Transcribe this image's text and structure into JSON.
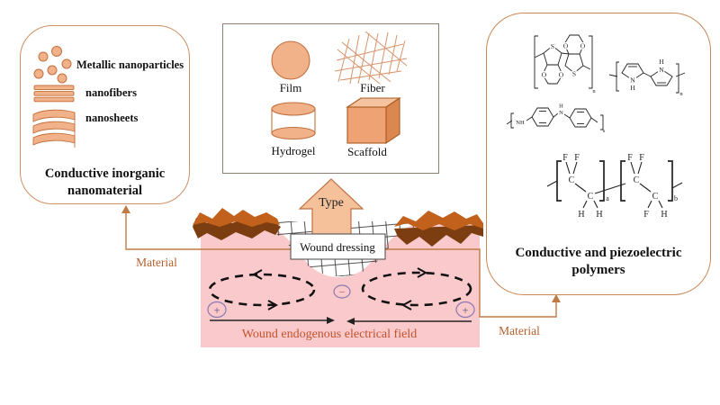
{
  "colors": {
    "accent": "#C87137",
    "shape_fill": "#F1B189",
    "arrow_fill": "#F4C19B",
    "pink": "#F9C9CC",
    "scab_light": "#C2611C",
    "scab_dark": "#7C3D10",
    "field_text": "#C2532B",
    "material_text": "#B5622E"
  },
  "left_panel": {
    "items": [
      {
        "label": "Metallic nanoparticles"
      },
      {
        "label": "nanofibers"
      },
      {
        "label": "nanosheets"
      }
    ],
    "title_line1": "Conductive inorganic",
    "title_line2": "nanomaterial"
  },
  "type_panel": {
    "film_label": "Film",
    "fiber_label": "Fiber",
    "hydrogel_label": "Hydrogel",
    "scaffold_label": "Scaffold",
    "arrow_label": "Type"
  },
  "right_panel": {
    "title_line1": "Conductive  and piezoelectric",
    "title_line2": "polymers",
    "pedot": {
      "s1": "S",
      "s2": "S",
      "o1": "O",
      "o2": "O",
      "o3": "O",
      "o4": "O",
      "sub": "n"
    },
    "ppy": {
      "n1": "N",
      "h1": "H",
      "n2": "N",
      "h2": "H",
      "sub": "n"
    },
    "pani": {
      "nh": "NH",
      "n": "N",
      "h": "H",
      "sub": "n"
    },
    "pvdf": {
      "f1": "F",
      "f2": "F",
      "c1": "C",
      "c2": "C",
      "h1": "H",
      "h2": "H",
      "sub_a": "a",
      "f3": "F",
      "f4": "F",
      "c3": "C",
      "c4": "C",
      "f5": "F",
      "h3": "H",
      "sub_b": "b"
    }
  },
  "wound": {
    "dressing_label": "Wound dressing",
    "field_label": "Wound endogenous electrical field",
    "plus_left": "+",
    "plus_right": "+",
    "minus": "−"
  },
  "connectors": {
    "material_left": "Material",
    "material_right": "Material"
  }
}
